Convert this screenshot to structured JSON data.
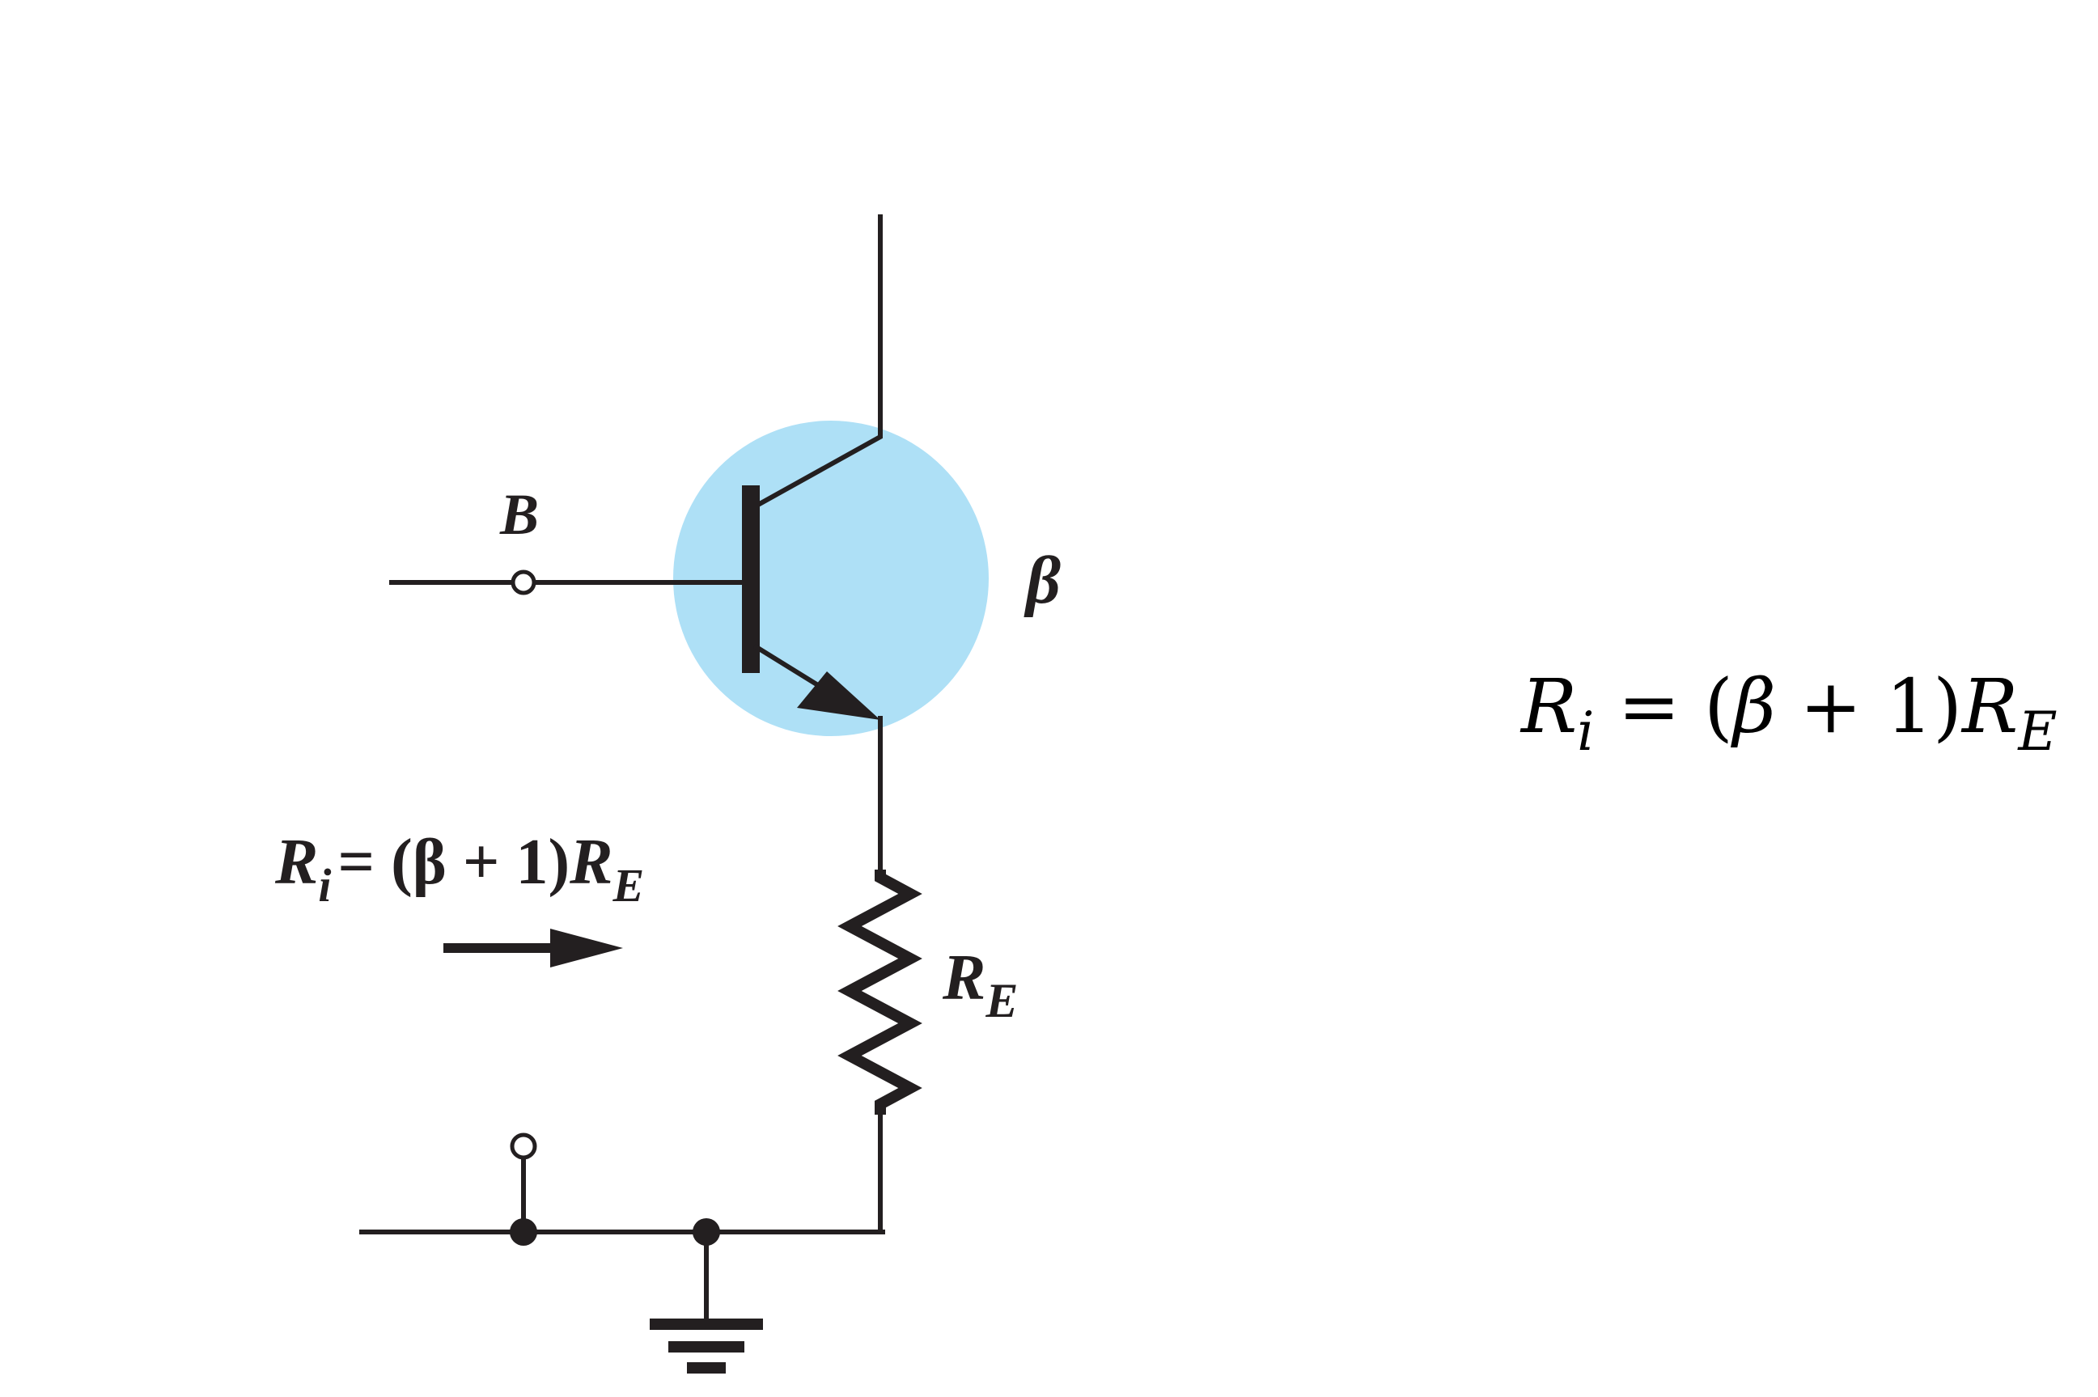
{
  "colors": {
    "transistor_highlight": "#aee0f6",
    "ink": "#231f20"
  },
  "circuit": {
    "base_terminal_label": "B",
    "gain_label": "β",
    "resistor_label": {
      "main": "R",
      "sub": "E"
    },
    "input_resistance_label": {
      "lhs": "R",
      "lhs_sub": "i",
      "rhs": "= (β + 1)",
      "rhs_var": "R",
      "rhs_sub": "E"
    }
  },
  "formula": {
    "lhs": "R",
    "lhs_sub": "i",
    "eq": " = (",
    "beta": "β",
    "rest": " + 1)",
    "rhs_var": "R",
    "rhs_sub": "E"
  }
}
